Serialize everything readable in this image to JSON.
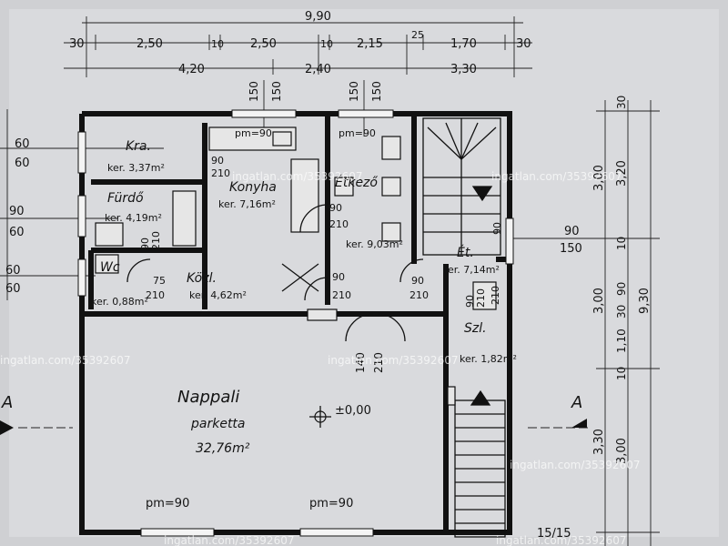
{
  "watermark": "ingatlan.com/35392607",
  "dims": {
    "overall_width": "9,90",
    "row1": [
      "30",
      "2,50",
      "10",
      "2,50",
      "10",
      "2,15",
      "25",
      "1,70",
      "30"
    ],
    "row2": [
      "4,20",
      "2,40",
      "3,30"
    ],
    "top_marks": [
      "150",
      "150",
      "150",
      "150"
    ],
    "left_marks": [
      "60",
      "60",
      "90",
      "60",
      "60",
      "60"
    ],
    "right_inner": [
      "3,00",
      "3,00",
      "3,30"
    ],
    "right_mid": [
      "30",
      "3,20",
      "10",
      "90",
      "30",
      "1,10",
      "10",
      "3,00"
    ],
    "right_outer": "9,30",
    "window_mid": [
      "90",
      "150"
    ],
    "bottom": "15/15"
  },
  "section_mark": "A",
  "level": "±0,00",
  "rooms": {
    "kamra": {
      "name": "Kra.",
      "area": "ker. 3,37m²"
    },
    "furdo": {
      "name": "Fürdő",
      "area": "ker. 4,19m²"
    },
    "wc": {
      "name": "Wc",
      "area": "ker. 0,88m²"
    },
    "konyha": {
      "name": "Konyha",
      "area": "ker. 7,16m²"
    },
    "etkezo": {
      "name": "Étkező",
      "area": "ker. 9,03m²"
    },
    "kozl": {
      "name": "Közl.",
      "area": "ker. 4,62m²"
    },
    "et": {
      "name": "Ét.",
      "area": "ker. 7,14m²"
    },
    "szel": {
      "name": "Szl.",
      "area": "ker. 1,82m²"
    },
    "nappali": {
      "name": "Nappali",
      "floor": "parketta",
      "area": "32,76m²"
    }
  },
  "doors": [
    "90",
    "210",
    "90",
    "210",
    "75",
    "210",
    "90",
    "210",
    "90",
    "210",
    "90",
    "210",
    "90",
    "210",
    "140",
    "210",
    "90",
    "210"
  ],
  "window_labels": [
    "pm=90",
    "pm=90",
    "pm=90",
    "pm=90"
  ]
}
